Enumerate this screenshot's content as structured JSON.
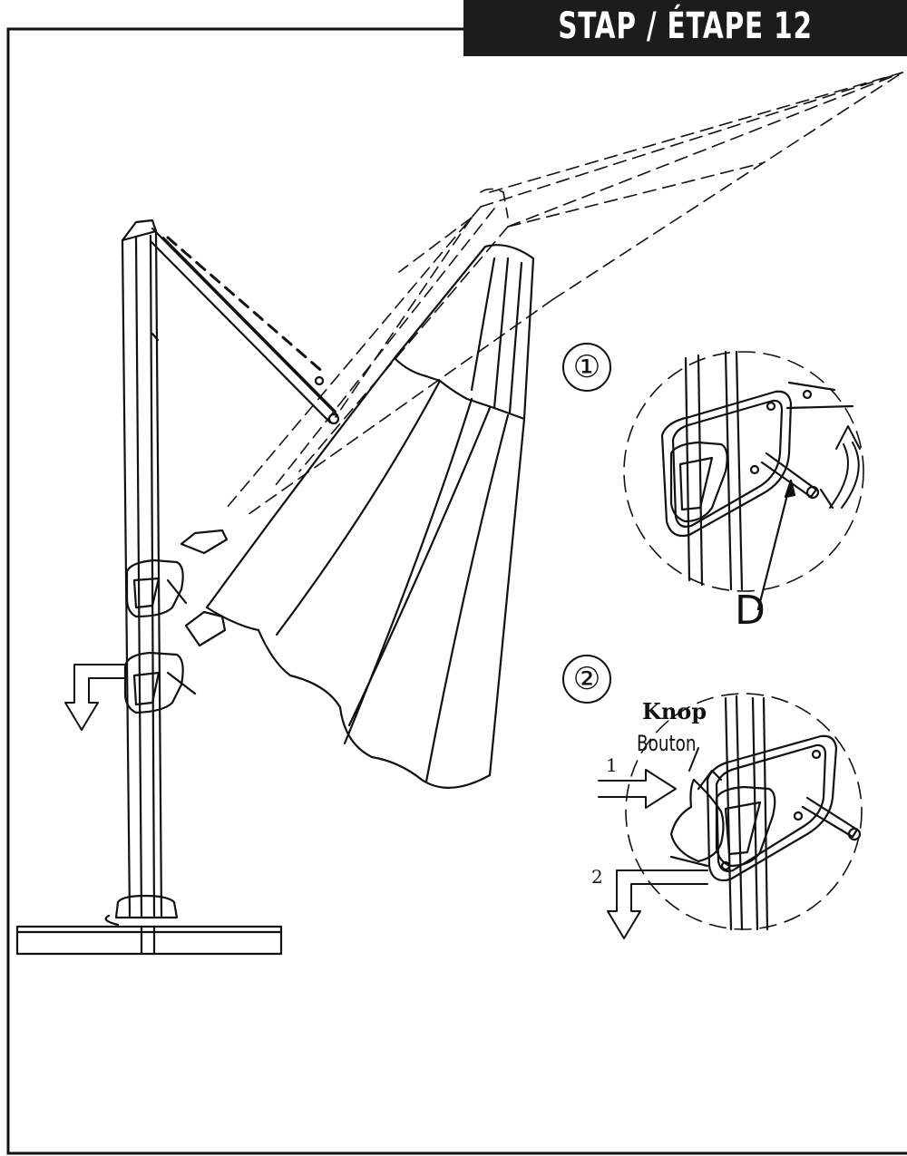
{
  "header": {
    "title": "STAP / ÉTAPE 12"
  },
  "detail_1": {
    "number": "①",
    "part_label": "D"
  },
  "detail_2": {
    "number": "②",
    "button_label_nl": "Knop",
    "button_label_fr": "Bouton",
    "push_step": "1",
    "pull_step": "2"
  },
  "icons": [
    "down-arrow-icon",
    "right-arrow-icon",
    "rotate-arrow-icon"
  ],
  "colors": {
    "header_bg": "#1c1c1c",
    "header_text": "#ffffff",
    "line": "#111111"
  }
}
